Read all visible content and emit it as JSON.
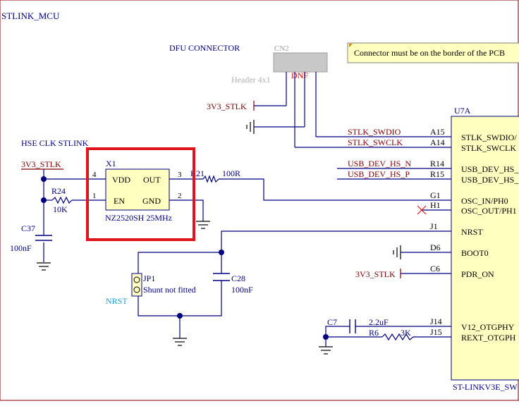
{
  "sheet": {
    "title": "STLINK_MCU"
  },
  "labels": {
    "dfu_connector": "DFU CONNECTOR",
    "hse_clk": "HSE CLK STLINK"
  },
  "cn2": {
    "ref": "CN2",
    "value": "Header 4x1",
    "dnf": "DNF"
  },
  "note": {
    "text": "Connector must be on the border of the PCB"
  },
  "x1": {
    "ref": "X1",
    "value": "NZ2520SH 25MHz",
    "pin_vdd": "VDD",
    "pin_out": "OUT",
    "pin_en": "EN",
    "pin_gnd": "GND",
    "pin_num_4": "4",
    "pin_num_3": "3",
    "pin_num_1": "1",
    "pin_num_2": "2"
  },
  "power": {
    "supply": "3V3_STLK"
  },
  "r24": {
    "ref": "R24",
    "value": "10K"
  },
  "r21": {
    "ref": "R21",
    "value": "100R"
  },
  "c37": {
    "ref": "C37",
    "value": "100nF"
  },
  "c28": {
    "ref": "C28",
    "value": "100nF"
  },
  "jp1": {
    "ref": "JP1",
    "value": "Shunt not fitted"
  },
  "nrst_net": "NRST",
  "c7": {
    "ref": "C7",
    "value": "2.2uF"
  },
  "r6": {
    "ref": "R6",
    "value": "3K"
  },
  "u7a": {
    "ref": "U7A",
    "value": "ST-LINKV3E_SW",
    "pins": [
      {
        "num": "A15",
        "name": "STLK_SWDIO/",
        "net": "STLK_SWDIO"
      },
      {
        "num": "A14",
        "name": "STLK_SWCLK",
        "net": "STLK_SWCLK"
      },
      {
        "num": "R14",
        "name": "USB_DEV_HS_",
        "net": "USB_DEV_HS_N"
      },
      {
        "num": "R15",
        "name": "USB_DEV_HS_",
        "net": "USB_DEV_HS_P"
      },
      {
        "num": "G1",
        "name": "OSC_IN/PH0",
        "net": ""
      },
      {
        "num": "H1",
        "name": "OSC_OUT/PH1",
        "net": ""
      },
      {
        "num": "J1",
        "name": "NRST",
        "net": ""
      },
      {
        "num": "D6",
        "name": "BOOT0",
        "net": ""
      },
      {
        "num": "C6",
        "name": "PDR_ON",
        "net": "3V3_STLK"
      },
      {
        "num": "J14",
        "name": "V12_OTGPHY",
        "net": ""
      },
      {
        "num": "J15",
        "name": "REXT_OTGPH",
        "net": ""
      }
    ]
  },
  "colors": {
    "wire": "#000080",
    "text": "#000080",
    "power": "#800000",
    "body": "#ffffc0",
    "highlight": "#e0151c",
    "net_label": "#1a9ad6",
    "dnf": "#ff0000",
    "grey": "#a0a0a0"
  }
}
